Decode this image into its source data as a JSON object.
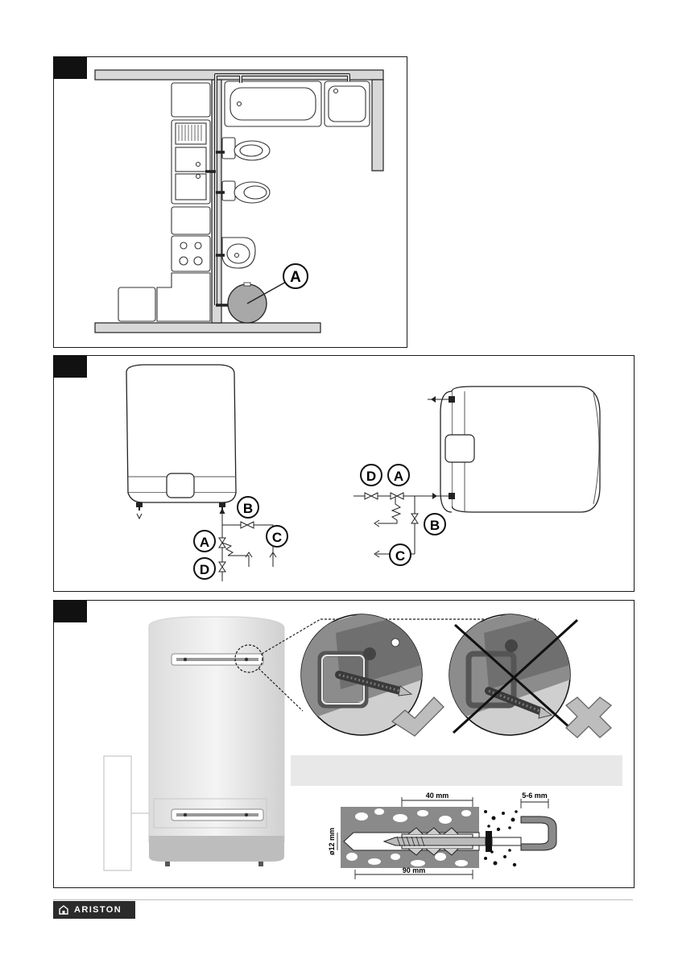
{
  "panel1": {
    "label_a": "A"
  },
  "panel2": {
    "vertical": {
      "label_b": "B",
      "label_a": "A",
      "label_c": "C",
      "label_d": "D"
    },
    "horizontal": {
      "label_d": "D",
      "label_a": "A",
      "label_b": "B",
      "label_c": "C"
    }
  },
  "panel3": {
    "dimensions": {
      "anchor_length": "40 mm",
      "drill_depth": "90 mm",
      "drill_diameter": "ø12 mm",
      "gap": "5-6 mm"
    },
    "correct_icon": "check-mark-icon",
    "incorrect_icon": "cross-mark-icon"
  },
  "footer": {
    "brand": "ARISTON",
    "brand_icon": "house-logo-icon",
    "brand_bg": "#2b2b2b"
  }
}
